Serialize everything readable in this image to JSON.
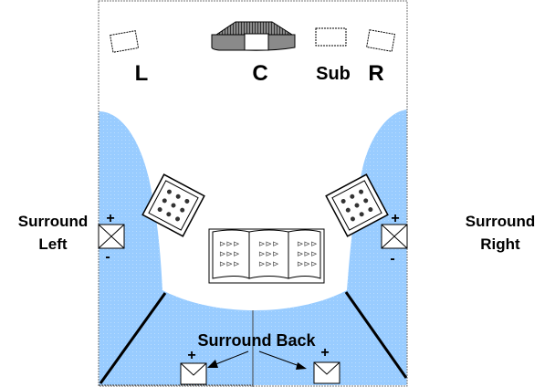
{
  "colors": {
    "listening_area": "#99ccff",
    "outline": "#000000"
  },
  "labels": {
    "left": "L",
    "center": "C",
    "sub": "Sub",
    "right": "R",
    "surround_left": [
      "Surround",
      "Left"
    ],
    "surround_right": [
      "Surround",
      "Right"
    ],
    "surround_back": "Surround Back"
  },
  "polarity": {
    "plus": "+",
    "minus": "-"
  }
}
